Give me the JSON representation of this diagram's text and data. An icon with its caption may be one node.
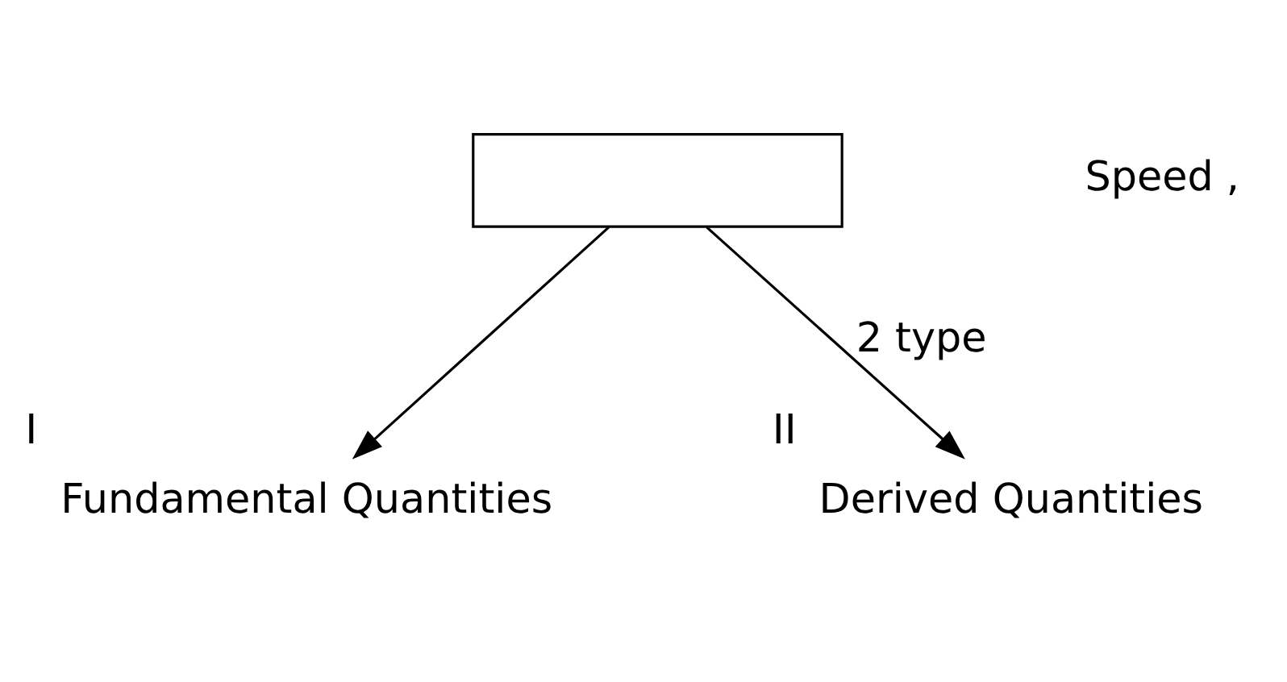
{
  "diagram": {
    "nodes": [
      {
        "text": [],
        "shape": "box"
      },
      {
        "text": [
          "Fundamental Quantities"
        ],
        "beside": [
          "I"
        ]
      },
      {
        "text": [
          "Derived Quantities"
        ],
        "beside": [
          "II"
        ]
      }
    ],
    "edges": [
      {
        "from": 0,
        "to": 1,
        "arrow": "to"
      },
      {
        "from": 0,
        "to": 2,
        "arrow": "to",
        "label": "2 type"
      }
    ],
    "labels": [
      "Speed ,"
    ]
  }
}
